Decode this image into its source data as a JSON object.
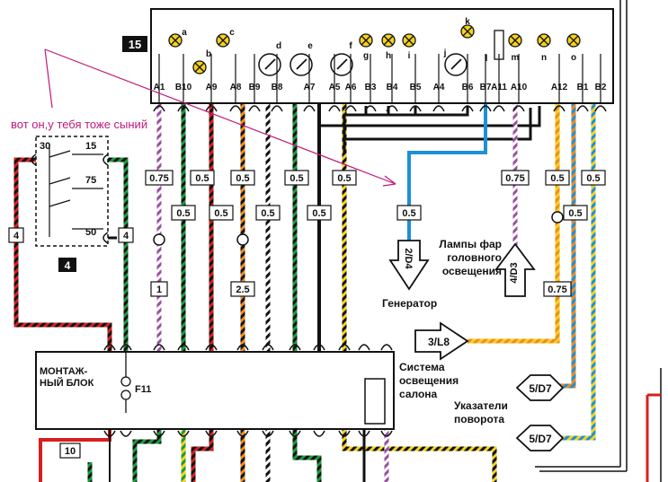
{
  "annotation": {
    "text": "вот он,у тебя тоже сыний",
    "color": "#c0197a"
  },
  "relay": {
    "id": "4",
    "pins": [
      "30",
      "15",
      "75",
      "50"
    ]
  },
  "cluster": {
    "id": "15",
    "lamp_letters": [
      "a",
      "b",
      "c",
      "d",
      "e",
      "f",
      "g",
      "h",
      "i",
      "j",
      "k",
      "l",
      "m",
      "n",
      "o"
    ],
    "pins": [
      "A1",
      "B10",
      "A9",
      "A8",
      "B9",
      "B8",
      "A7",
      "A5",
      "A6",
      "B3",
      "B4",
      "B5",
      "A4",
      "B6",
      "B7",
      "A11",
      "A10",
      "A12",
      "B1",
      "B2"
    ]
  },
  "wire_sizes": {
    "top_row": [
      "0.75",
      "0.5",
      "0.5",
      "0.5",
      "0.5",
      "0.5",
      "0.75",
      "0.5",
      "0.5"
    ],
    "second_row": [
      "0.5",
      "0.5",
      "0.5",
      "0.5",
      "0.5"
    ],
    "blue_wire": "0.5",
    "left_a": "1",
    "left_b": "2.5",
    "a10": "0.75",
    "bottom_left": "10",
    "side_left": "4",
    "side_right": "4"
  },
  "connectors": {
    "generator": {
      "ref": "2/D4",
      "label": "Генератор"
    },
    "headlamps": {
      "ref": "4/D3",
      "label": "Лампы фар головного освещения"
    },
    "interior": {
      "ref": "3/L8",
      "label": "Система освещения салона"
    },
    "turn1": {
      "ref": "5/D7"
    },
    "turn2": {
      "ref": "5/D7"
    },
    "turn_label": "Указатели поворота"
  },
  "mount_block": {
    "label": "МОНТАЖ-НЫЙ БЛОК",
    "fuse": "F11"
  },
  "colors": {
    "blue": "#1e90d6",
    "red": "#d81e1e",
    "green": "#1a9a3a",
    "orange": "#f08a1e",
    "yellow": "#f5d21e",
    "purple": "#9a4fa0",
    "annotation": "#c0197a"
  }
}
